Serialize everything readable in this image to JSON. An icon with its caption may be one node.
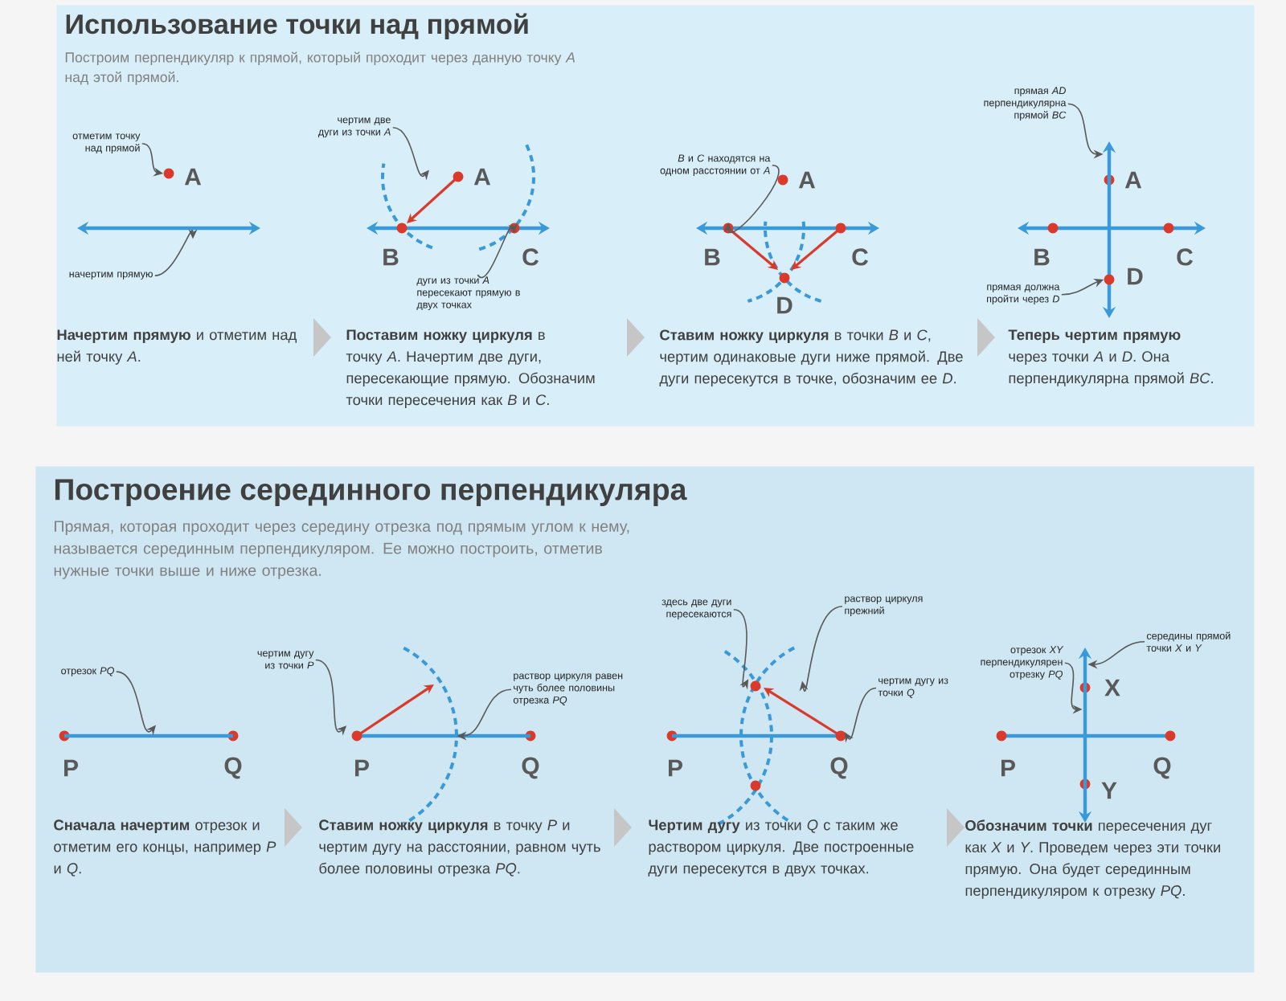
{
  "diagram": {
    "nodes": [
      {
        "text": [
          "Использование точки над прямой",
          "Построим перпендикуляр к прямой, который проходит через данную точку *A* над этой прямой."
        ]
      },
      {
        "text": [
          "отметим точку над прямой"
        ],
        "in": 0
      },
      {
        "text": [
          "начертим прямую"
        ],
        "in": 0
      },
      {
        "text": [
          "чертим две дуги из точки *A*"
        ],
        "in": 0
      },
      {
        "text": [
          "дуги из точки *A* пересекают прямую в двух точках"
        ],
        "in": 0
      },
      {
        "text": [
          "*B* и *C* находятся на одном расстоянии от *A*"
        ],
        "in": 0
      },
      {
        "text": [
          "прямая *AD* перпендикулярна прямой *BC*"
        ],
        "in": 0
      },
      {
        "text": [
          "прямая должна пройти через *D*"
        ],
        "in": 0
      },
      {
        "text": [
          "Построение серединного перпендикуляра",
          "Прямая, которая проходит через середину отрезка под прямым углом к нему, называется серединным перпендикуляром. Ее можно построить, отметив нужные точки выше и ниже отрезка."
        ]
      },
      {
        "text": [
          "отрезок *PQ*"
        ],
        "in": 8
      },
      {
        "text": [
          "чертим дугу из точки *P*"
        ],
        "in": 8
      },
      {
        "text": [
          "раствор циркуля равен чуть более половины отрезка *PQ*"
        ],
        "in": 8
      },
      {
        "text": [
          "здесь две дуги пересекаются"
        ],
        "in": 8
      },
      {
        "text": [
          "раствор циркуля прежний"
        ],
        "in": 8
      },
      {
        "text": [
          "чертим дугу из точки *Q*"
        ],
        "in": 8
      },
      {
        "text": [
          "отрезок *XY* перпендикулярен отрезку *PQ*"
        ],
        "in": 8
      },
      {
        "text": [
          "середины прямой точки *X* и *Y*"
        ],
        "in": 8
      },
      {
        "text": [],
        "shape": "circle",
        "in": 0
      },
      {
        "text": [],
        "shape": "line",
        "in": 0
      },
      {
        "text": [],
        "shape": "arrow",
        "in": 0
      },
      {
        "text": [],
        "shape": "circle",
        "in": 0
      },
      {
        "text": [],
        "shape": "circle",
        "in": 0
      },
      {
        "text": [],
        "shape": "line",
        "in": 0
      },
      {
        "text": [],
        "shape": "circle",
        "in": 22
      },
      {
        "text": [],
        "shape": "line",
        "in": 8
      },
      {
        "text": [],
        "shape": "circle",
        "in": 8
      },
      {
        "text": [],
        "shape": "arc",
        "in": 8
      },
      {
        "text": [],
        "shape": "line",
        "in": 8
      },
      {
        "text": [],
        "shape": "arrow",
        "in": 8
      },
      {
        "text": [],
        "shape": "line",
        "in": 8
      },
      {
        "text": [],
        "shape": "circle",
        "in": 8
      },
      {
        "text": [],
        "shape": "arrow",
        "in": 8
      },
      {
        "text": [],
        "shape": "circle",
        "in": 8
      },
      {
        "text": [],
        "shape": "line",
        "in": 8
      }
    ],
    "edges": [
      {
        "from": 1,
        "to": 17,
        "arrow": "to"
      },
      {
        "from": 2,
        "to": 18,
        "arrow": "to"
      },
      {
        "from": 3,
        "to": 19,
        "arrow": "to"
      },
      {
        "from": 4,
        "to": 20,
        "arrow": "to"
      },
      {
        "from": 5,
        "to": 21,
        "arrow": "to"
      },
      {
        "from": 6,
        "to": 22,
        "arrow": "to"
      },
      {
        "from": 7,
        "to": 23,
        "arrow": "to"
      },
      {
        "from": 9,
        "to": 24,
        "arrow": "to"
      },
      {
        "from": 10,
        "to": 25,
        "arrow": "to"
      },
      {
        "from": 11,
        "to": 26,
        "arrow": "to"
      },
      {
        "from": 12,
        "to": 30,
        "arrow": "to"
      },
      {
        "from": 13,
        "to": 31,
        "arrow": "to"
      },
      {
        "from": 14,
        "to": 32,
        "arrow": "to"
      },
      {
        "from": 15,
        "to": 33,
        "arrow": "to"
      },
      {
        "from": 16,
        "to": 33,
        "arrow": "to"
      }
    ],
    "labels": [
      "A",
      "A",
      "B",
      "C",
      "A",
      "B",
      "C",
      "D",
      "A",
      "B",
      "C",
      "D",
      "**Начертим прямую** и отметим над ней точку *A*.",
      "**Поставим ножку циркуля** в точку *A*. Начертим две дуги, пересекающие прямую. Обозначим точки пересечения как *B* и *C*.",
      "**Ставим ножку циркуля** в точки *B* и *C*, чертим одинаковые дуги ниже прямой. Две дуги пересекутся в точке, обозначим ее *D*.",
      "**Теперь чертим прямую** через точки *A* и *D*. Она перпендикулярна прямой *BC*.",
      "P",
      "Q",
      "P",
      "Q",
      "P",
      "Q",
      "X",
      "P",
      "Q",
      "Y",
      "**Сначала начертим** отрезок и отметим его концы, например *P* и *Q*.",
      "**Ставим ножку циркуля** в точку *P* и чертим дугу на расстоянии, равном чуть более половины отрезка *PQ*.",
      "**Чертим дугу** из точки *Q* с таким же раствором циркуля. Две построенные дуги пересекутся в двух точках.",
      "**Обозначим точки** пересечения дуг как *X* и *Y*. Проведем через эти точки прямую. Она будет серединным перпендикуляром к отрезку *PQ*."
    ]
  }
}
